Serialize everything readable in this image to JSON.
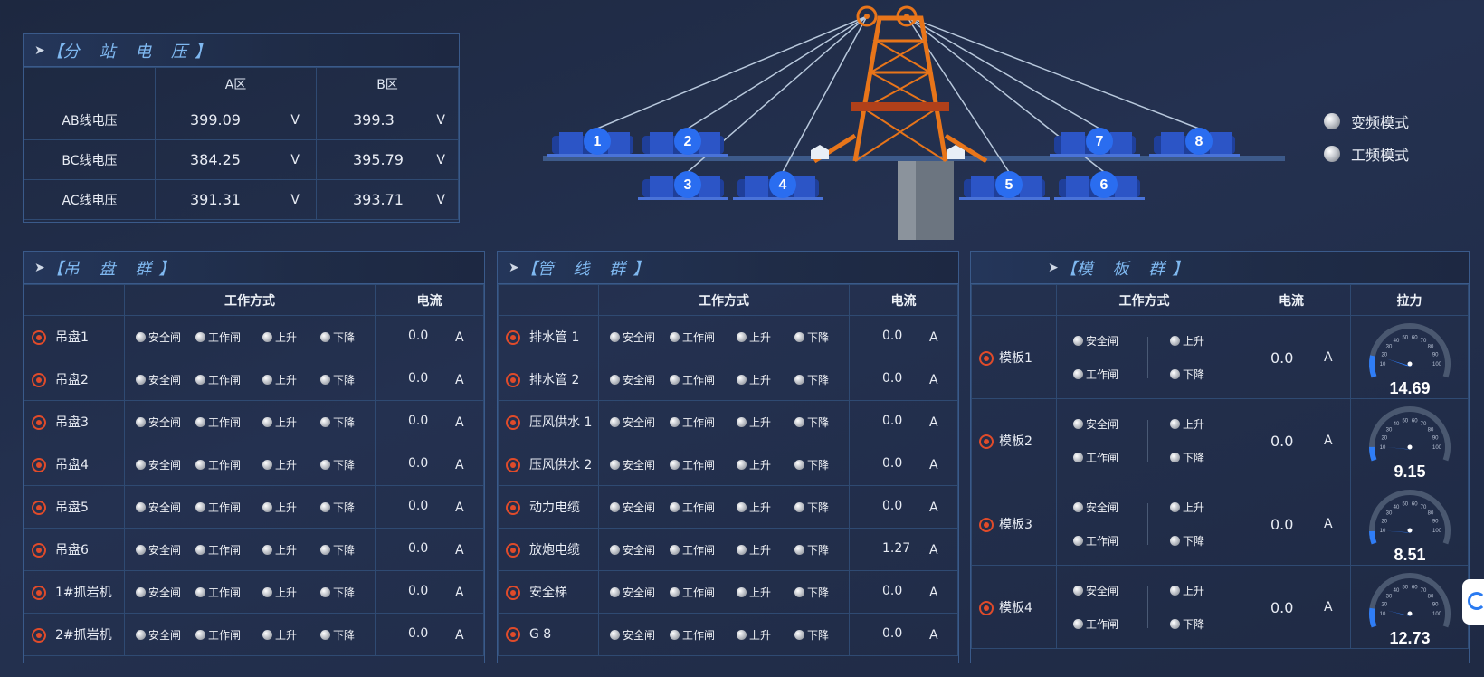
{
  "voltage": {
    "title": "分 站 电 压",
    "col_a": "A区",
    "col_b": "B区",
    "rows": [
      {
        "label": "AB线电压",
        "a": "399.09",
        "b": "399.3",
        "unit": "V"
      },
      {
        "label": "BC线电压",
        "a": "384.25",
        "b": "395.79",
        "unit": "V"
      },
      {
        "label": "AC线电压",
        "a": "391.31",
        "b": "393.71",
        "unit": "V"
      }
    ]
  },
  "modes": {
    "vf": "变频模式",
    "pf": "工频模式"
  },
  "headframe": {
    "winches": [
      "1",
      "2",
      "3",
      "4",
      "5",
      "6",
      "7",
      "8"
    ]
  },
  "opt_labels": {
    "safety_brake": "安全闸",
    "work_brake": "工作闸",
    "up": "上升",
    "down": "下降"
  },
  "col_headers": {
    "mode": "工作方式",
    "current": "电流",
    "tension": "拉力"
  },
  "hoist_group": {
    "title": "吊 盘 群",
    "rows": [
      {
        "name": "吊盘1",
        "current": "0.0",
        "unit": "A"
      },
      {
        "name": "吊盘2",
        "current": "0.0",
        "unit": "A"
      },
      {
        "name": "吊盘3",
        "current": "0.0",
        "unit": "A"
      },
      {
        "name": "吊盘4",
        "current": "0.0",
        "unit": "A"
      },
      {
        "name": "吊盘5",
        "current": "0.0",
        "unit": "A"
      },
      {
        "name": "吊盘6",
        "current": "0.0",
        "unit": "A"
      },
      {
        "name": "1#抓岩机",
        "current": "0.0",
        "unit": "A"
      },
      {
        "name": "2#抓岩机",
        "current": "0.0",
        "unit": "A"
      }
    ]
  },
  "pipe_group": {
    "title": "管 线 群",
    "rows": [
      {
        "name": "排水管 1",
        "current": "0.0",
        "unit": "A"
      },
      {
        "name": "排水管 2",
        "current": "0.0",
        "unit": "A"
      },
      {
        "name": "压风供水 1",
        "current": "0.0",
        "unit": "A"
      },
      {
        "name": "压风供水 2",
        "current": "0.0",
        "unit": "A"
      },
      {
        "name": "动力电缆",
        "current": "0.0",
        "unit": "A"
      },
      {
        "name": "放炮电缆",
        "current": "1.27",
        "unit": "A"
      },
      {
        "name": "安全梯",
        "current": "0.0",
        "unit": "A"
      },
      {
        "name": "G 8",
        "current": "0.0",
        "unit": "A"
      }
    ]
  },
  "template_group": {
    "title": "模 板 群",
    "rows": [
      {
        "name": "模板1",
        "current": "0.0",
        "unit": "A",
        "tension": "14.69",
        "tension_value": 14.69
      },
      {
        "name": "模板2",
        "current": "0.0",
        "unit": "A",
        "tension": "9.15",
        "tension_value": 9.15
      },
      {
        "name": "模板3",
        "current": "0.0",
        "unit": "A",
        "tension": "8.51",
        "tension_value": 8.51
      },
      {
        "name": "模板4",
        "current": "0.0",
        "unit": "A",
        "tension": "12.73",
        "tension_value": 12.73
      }
    ],
    "gauge_ticks": [
      "10",
      "20",
      "30",
      "40",
      "50",
      "60",
      "70",
      "80",
      "90",
      "100"
    ]
  },
  "colors": {
    "accent": "#7fb8f0",
    "indicator": "#e04b2a",
    "winch_badge": "#2a6df0",
    "tower": "#e8751a",
    "gauge_fill": "#2f7df6"
  }
}
